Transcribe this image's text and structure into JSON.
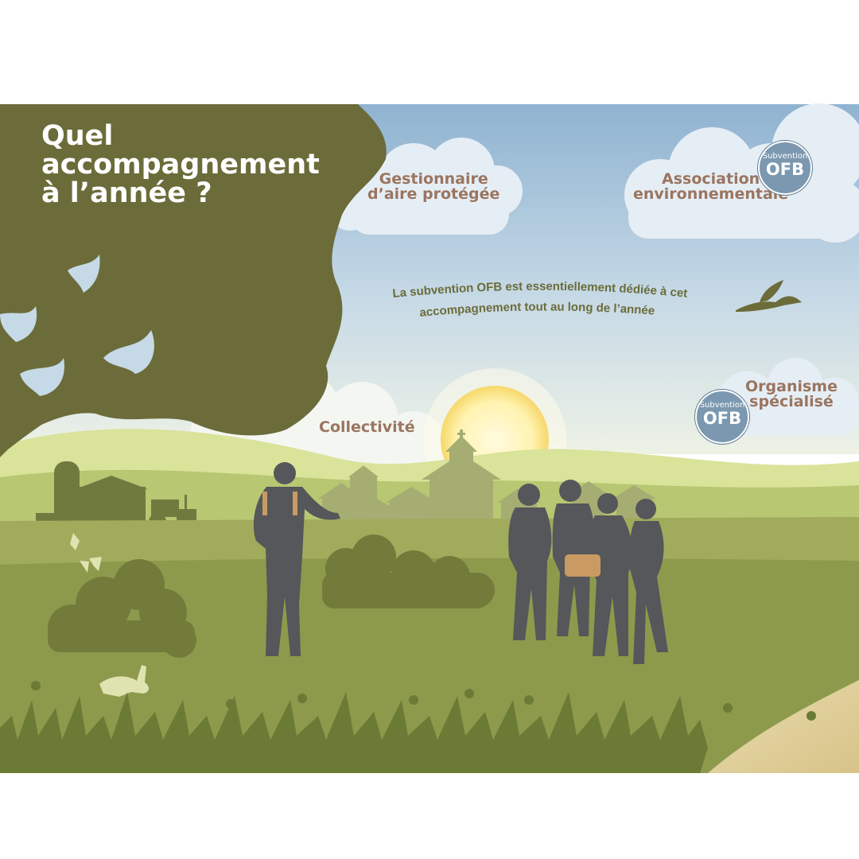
{
  "title": {
    "line1": "Quel",
    "line2": "accompagnement",
    "line3": "à l’année ?"
  },
  "labels": {
    "gestionnaire_1": "Gestionnaire",
    "gestionnaire_2": "d’aire protégée",
    "association_1": "Association",
    "association_2": "environnementale",
    "collectivite": "Collectivité",
    "organisme_1": "Organisme",
    "organisme_2": "spécialisé"
  },
  "badges": [
    {
      "top": "Subvention",
      "bottom": "OFB"
    },
    {
      "top": "Subvention",
      "bottom": "OFB"
    }
  ],
  "caption": {
    "line1": "La subvention OFB est essentiellement dédiée à cet",
    "line2": "accompagnement tout au long de l’année"
  },
  "colors": {
    "sky_top": "#8fb3d1",
    "sky_bottom": "#eef2e6",
    "tree": "#6b6c3a",
    "hills_light": "#d9e39a",
    "hills_mid": "#b7c772",
    "field": "#8d9a4c",
    "grass_dark": "#6b7a35",
    "silhouette": "#55575a",
    "label_text": "#9a7560",
    "badge": "#7b98b0"
  }
}
